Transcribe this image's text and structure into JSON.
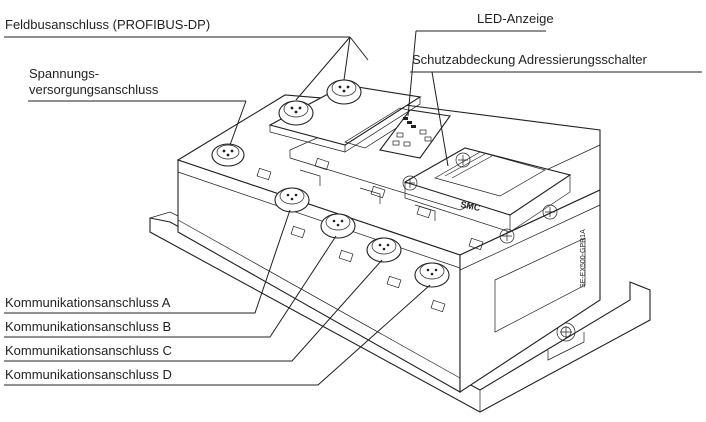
{
  "labels": {
    "fieldbus": "Feldbusanschluss (PROFIBUS-DP)",
    "led": "LED-Anzeige",
    "cover": "Schutzabdeckung Adressierungsschalter",
    "power_line1": "Spannungs-",
    "power_line2": "versorgungsanschluss",
    "comm_a": "Kommunikationsanschluss A",
    "comm_b": "Kommunikationsanschluss B",
    "comm_c": "Kommunikationsanschluss C",
    "comm_d": "Kommunikationsanschluss D"
  },
  "device_markings": {
    "model": "SE-EX500-GPR1A",
    "brand": "SMC"
  }
}
